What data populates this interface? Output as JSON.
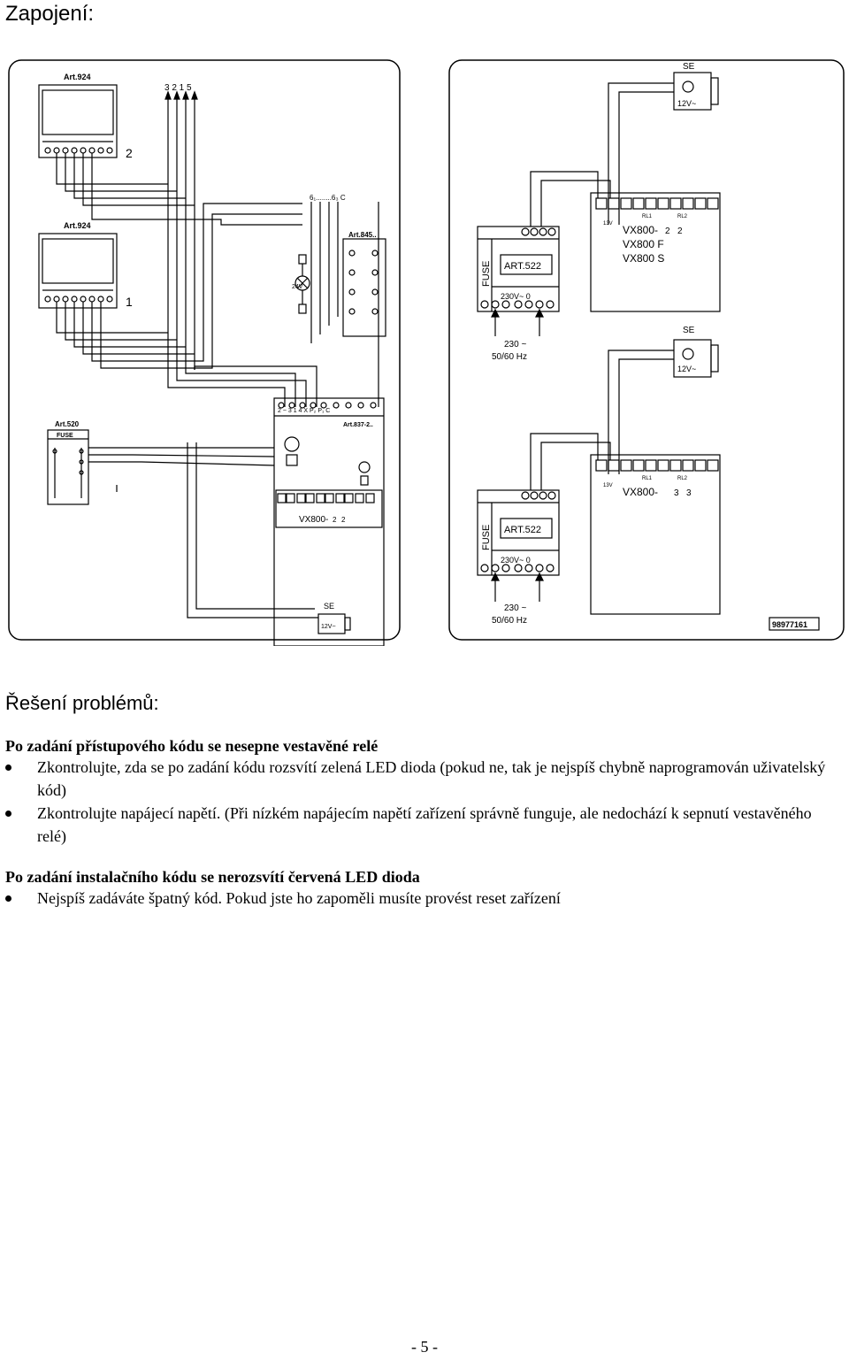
{
  "title": "Zapojení:",
  "diagram": {
    "left": {
      "art924_a": "Art.924",
      "art924_b": "Art.924",
      "panel_label_2": "2",
      "panel_label_1": "1",
      "bus_labels": "3 2 1 5",
      "bus_labels_2": "6₁........6₃     C",
      "art845": "Art.845..",
      "art520": "Art.520",
      "fuse": "FUSE",
      "art837": "Art.837-2..",
      "terminals": "2 ~ 3 1 4  X P₂ P₁ C",
      "vx_model": "VX800-",
      "vx_model_box1": "2",
      "vx_model_box2": "2",
      "se_label": "SE",
      "se_voltage": "12V~",
      "v24": "24V"
    },
    "right": {
      "se_top": "SE",
      "se_top_voltage": "12V~",
      "se_mid": "SE",
      "se_mid_voltage": "12V~",
      "art522_a": "ART.522",
      "art522_b": "ART.522",
      "fuse_a": "FUSE",
      "fuse_b": "FUSE",
      "v230_a": "230V~    0",
      "v230_b": "230V~    0",
      "supply_a_1": "230 ~",
      "supply_a_2": "50/60 Hz",
      "supply_b_1": "230 ~",
      "supply_b_2": "50/60 Hz",
      "vx_a_1": "VX800-",
      "vx_a_1_box1": "2",
      "vx_a_1_box2": "2",
      "vx_a_2": "VX800 F",
      "vx_a_3": "VX800 S",
      "vx_b": "VX800-",
      "vx_b_box1": "3",
      "vx_b_box2": "3",
      "volt13": "13V",
      "rl1": "RL1",
      "rl2": "RL2",
      "code": "98977161"
    }
  },
  "section_title": "Řešení problémů:",
  "problem1": {
    "heading": "Po zadání přístupového kódu se nesepne vestavěné relé",
    "bullets": [
      "Zkontrolujte, zda se po zadání kódu rozsvítí zelená LED dioda (pokud ne, tak je nejspíš chybně naprogramován uživatelský kód)",
      "Zkontrolujte napájecí napětí. (Při nízkém napájecím napětí zařízení správně funguje, ale nedochází k sepnutí vestavěného relé)"
    ]
  },
  "problem2": {
    "heading": "Po zadání instalačního kódu se nerozsvítí červená LED dioda",
    "bullets": [
      "Nejspíš zadáváte špatný kód. Pokud jste ho zapoměli musíte provést reset zařízení"
    ]
  },
  "page_number": "- 5 -"
}
